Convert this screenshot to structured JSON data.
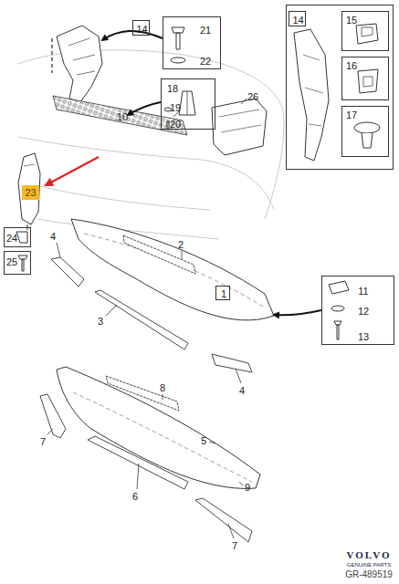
{
  "diagram": {
    "nodes": [
      {
        "text": [
          "14"
        ]
      },
      {
        "text": [
          "21",
          "22"
        ]
      },
      {
        "text": [
          "18"
        ]
      },
      {
        "text": [
          "14"
        ]
      },
      {
        "text": [
          "15"
        ]
      },
      {
        "text": [
          "16"
        ]
      },
      {
        "text": [
          "17"
        ]
      },
      {
        "text": [
          "23"
        ]
      },
      {
        "text": [
          "24"
        ]
      },
      {
        "text": [
          "25"
        ]
      },
      {
        "text": [
          "1"
        ]
      },
      {
        "text": [
          "11",
          "12",
          "13"
        ]
      }
    ],
    "labels": [
      "19",
      "20",
      "10",
      "26",
      "2",
      "4",
      "3",
      "4",
      "8",
      "5",
      "6",
      "7",
      "9",
      "7",
      "VOLVO",
      "GENUINE PARTS",
      "GR-489519"
    ]
  }
}
